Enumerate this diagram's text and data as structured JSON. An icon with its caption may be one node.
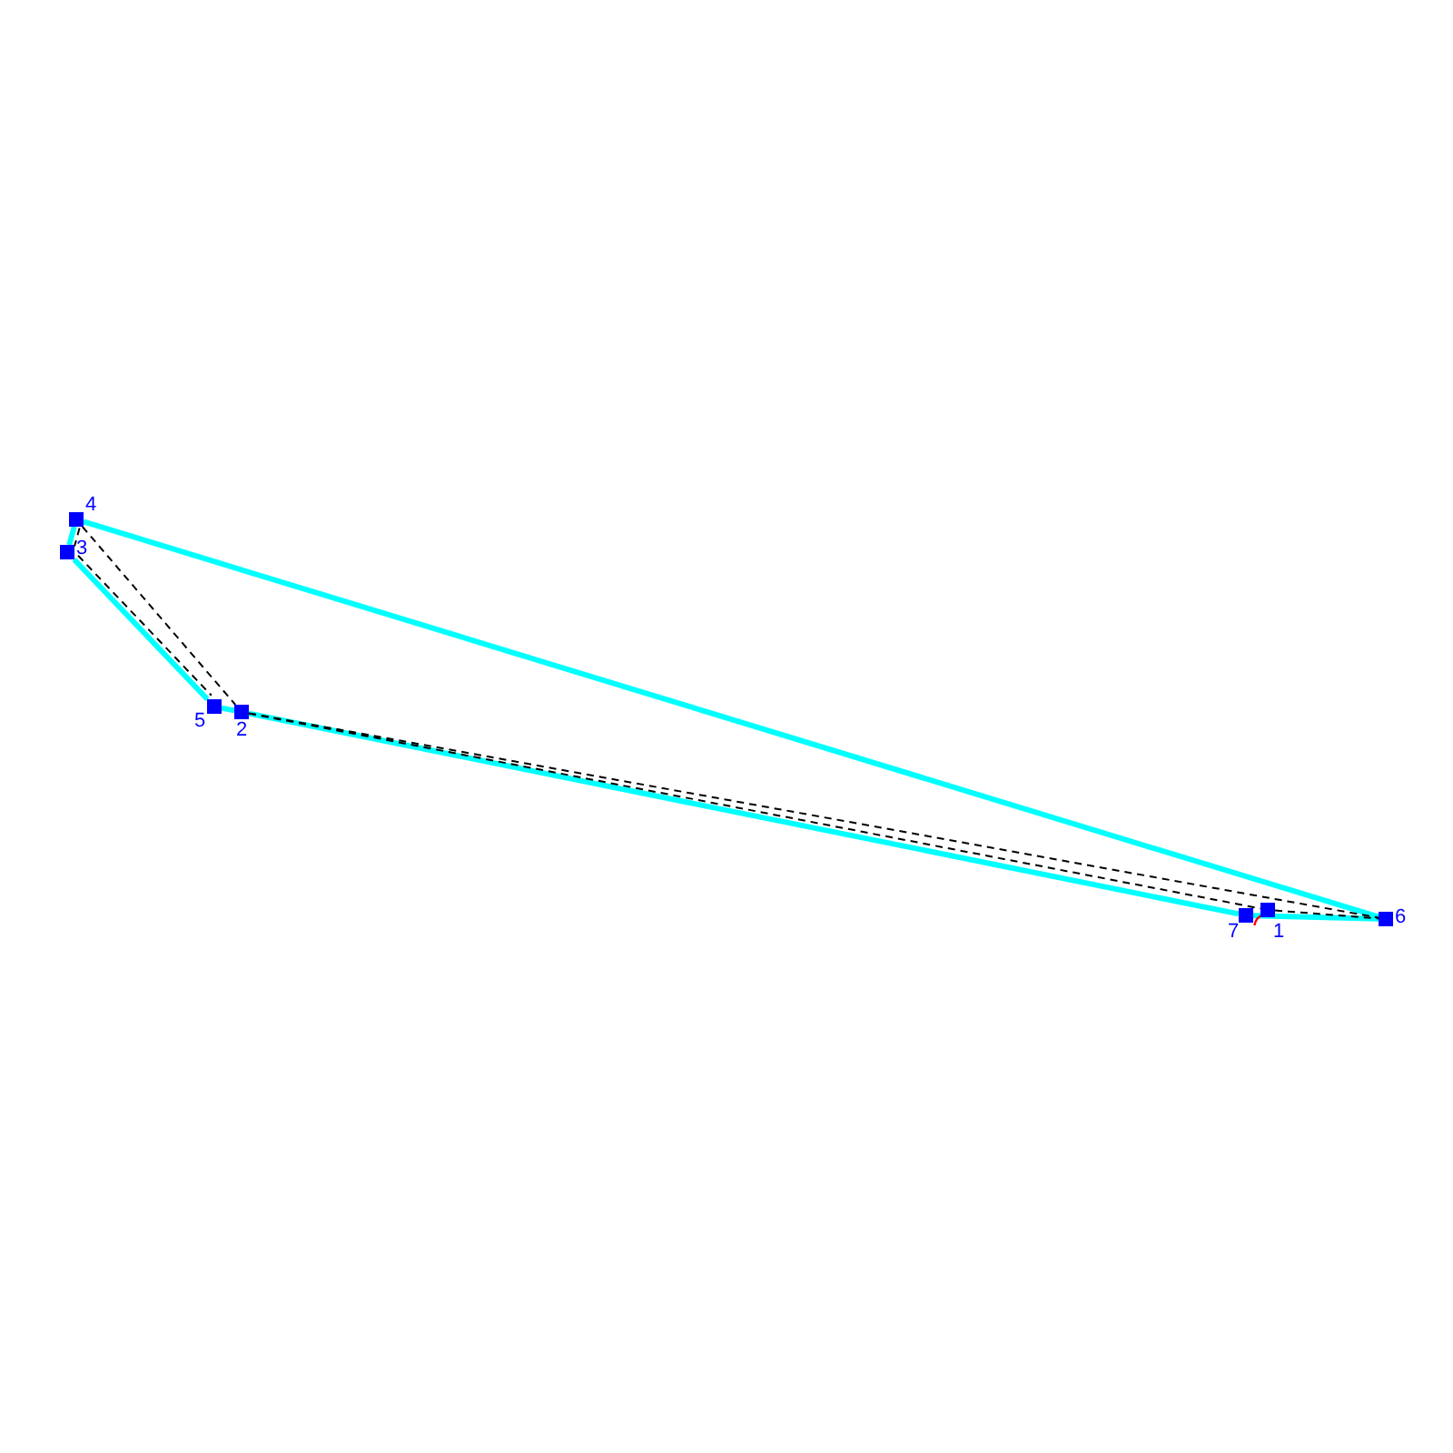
{
  "diagram": {
    "nodes": [
      {
        "text": [],
        "shape": "square",
        "beside": [
          "1"
        ]
      },
      {
        "text": [],
        "shape": "square",
        "beside": [
          "2"
        ]
      },
      {
        "text": [],
        "shape": "square",
        "beside": [
          "3"
        ]
      },
      {
        "text": [],
        "shape": "square",
        "beside": [
          "4"
        ]
      },
      {
        "text": [],
        "shape": "square",
        "beside": [
          "5"
        ]
      },
      {
        "text": [],
        "shape": "square",
        "beside": [
          "6"
        ]
      },
      {
        "text": [],
        "shape": "square",
        "beside": [
          "7"
        ]
      }
    ],
    "edges": [
      {
        "from": 3,
        "to": 2,
        "arrow": "none",
        "style": "thick",
        "color": "#00ffff"
      },
      {
        "from": 2,
        "to": 4,
        "arrow": "none",
        "style": "thick",
        "color": "#00ffff"
      },
      {
        "from": 4,
        "to": 1,
        "arrow": "none",
        "style": "thick",
        "color": "#00ffff"
      },
      {
        "from": 1,
        "to": 6,
        "arrow": "none",
        "style": "thick",
        "color": "#00ffff"
      },
      {
        "from": 6,
        "to": 5,
        "arrow": "none",
        "style": "thick",
        "color": "#00ffff"
      },
      {
        "from": 5,
        "to": 3,
        "arrow": "none",
        "style": "thick",
        "color": "#00ffff"
      },
      {
        "from": 3,
        "to": 2,
        "arrow": "none",
        "style": "dashed",
        "color": "#000000"
      },
      {
        "from": 3,
        "to": 1,
        "arrow": "none",
        "style": "dashed",
        "color": "#000000"
      },
      {
        "from": 2,
        "to": 4,
        "arrow": "none",
        "style": "dashed",
        "color": "#000000"
      },
      {
        "from": 1,
        "to": 0,
        "arrow": "none",
        "style": "dashed",
        "color": "#000000"
      },
      {
        "from": 1,
        "to": 5,
        "arrow": "none",
        "style": "dashed",
        "color": "#000000"
      },
      {
        "from": 0,
        "to": 5,
        "arrow": "none",
        "style": "dashed",
        "color": "#000000"
      }
    ]
  }
}
